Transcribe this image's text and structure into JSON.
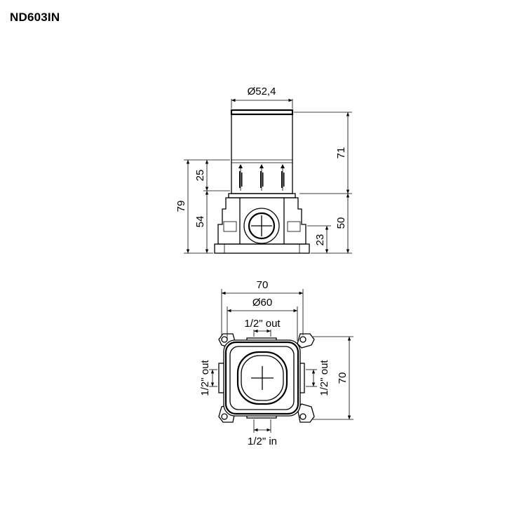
{
  "title": "ND603IN",
  "side_view": {
    "dimensions": {
      "diameter": "Ø52,4",
      "total_height": "79",
      "upper_height": "25",
      "lower_height": "54",
      "right_upper": "71",
      "right_lower": "50",
      "outlet_height": "23"
    }
  },
  "top_view": {
    "dimensions": {
      "width": "70",
      "diameter": "Ø60",
      "height": "70"
    },
    "ports": {
      "top": "1/2\" out",
      "left": "1/2\" out",
      "right": "1/2\" out",
      "bottom": "1/2\" in"
    }
  }
}
